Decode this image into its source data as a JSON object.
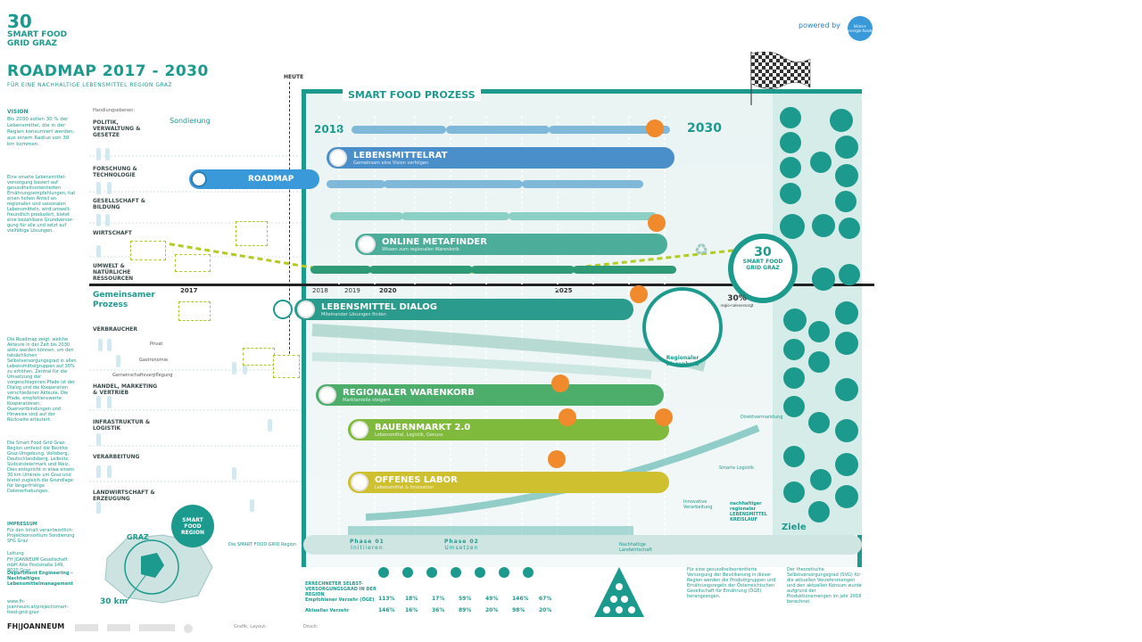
{
  "header": {
    "logo_number": "30",
    "logo_line1": "SMART FOOD",
    "logo_line2": "GRID GRAZ",
    "title": "ROADMAP 2017 - 2030",
    "subtitle": "FÜR EINE NACHHALTIGE LEBENSMITTEL REGION GRAZ",
    "powered_by": "powered by",
    "sponsor": "klima+ energie fonds"
  },
  "left_column": {
    "vision_heading": "VISION",
    "vision_text": "Bis 2030 sollen 30 % der Lebensmittel, die in der Region konsumiert werden, aus einem Radius von 30 km kommen.",
    "smart_food_text": "Eine smarte Lebensmittel-versorgung basiert auf gesundheitsorientierten Ernährungsempfehlungen, hat einen hohen Anteil an regionalen und saisonalen Lebensmitteln, wird umwelt-freundlich produziert, bietet eine bezahlbare Grundversor-gung für alle und setzt auf vielfältige Lösungen.",
    "roadmap_text": "Die Roadmap zeigt, welche Akteure in der Zeit bis 2030 aktiv werden können, um den tatsächlichen Selbstversorgungsgrad in allen Lebensmittelgruppen auf 30% zu erhöhen. Zentral für die Umsetzung der vorgeschlagenen Pfade ist der Dialog und die Kooperation verschiedener Akteure. Die Pfade, empfehlenswerte Kooperationen, Quervertbindungen und Hinweise sind auf der Rückseite erläutert.",
    "region_text": "Die Smart Food Grid Graz-Region umfasst die Bezirke Graz-Umgebung, Voitsberg, Deutschlandsberg, Leibnitz, Südoststeiermark und Weiz. Dies entspricht in etwa einem 30 km Umkreis um Graz und bietet zugleich die Grundlage für längerfristige Datenerhebungen.",
    "impressum_heading": "IMPRESSUM",
    "impressum_text": "Für den Inhalt verantwortlich: Projektkonsortium Sondierung SFG Graz",
    "lead_heading": "Leitung",
    "lead_text": "FH JOANNEUM Gesellschaft mbH Alte Poststraße 149, 8020 Graz",
    "dept_text": "Department Engineering – Nachhaltiges Lebensmittelmanagement",
    "url_text": "www.fh-joanneum.at/project/smart-food-grid-graz"
  },
  "stakeholders": {
    "heading": "Handlungsebenen:",
    "groups": [
      "POLITIK, VERWALTUNG & GESETZE",
      "FORSCHUNG & TECHNOLOGIE",
      "GESELLSCHAFT & BILDUNG",
      "WIRTSCHAFT",
      "UMWELT & NATÜRLICHE RESSOURCEN",
      "VERBRAUCHER",
      "HANDEL, MARKETING & VERTRIEB",
      "INFRASTRUKTUR & LOGISTIK",
      "VERARBEITUNG",
      "LANDWIRTSCHAFT & ERZEUGUNG"
    ],
    "consumer_sub": [
      "Privat",
      "Gastronomie",
      "Gemeinschaftsverpflegung"
    ],
    "common_process": "Gemeinsamer Prozess"
  },
  "timeline": {
    "heute": "HEUTE",
    "process_title": "SMART FOOD PROZESS",
    "sondierung": "Sondierung",
    "year_start": "2018",
    "year_end": "2030",
    "roadmap_pill": "ROADMAP",
    "ticks": [
      "2017",
      "2018",
      "2019",
      "2020",
      "2025"
    ],
    "phase1_title": "Phase 01",
    "phase1_sub": "Initiieren",
    "phase2_title": "Phase 02",
    "phase2_sub": "Umsetzen",
    "ziele": "Ziele",
    "nachhaltige_lw": "Nachhaltige Landwirtschaft"
  },
  "initiatives": [
    {
      "title": "LEBENSMITTELRAT",
      "sub": "Gemeinsam eine Vision verfolgen"
    },
    {
      "title": "ONLINE METAFINDER",
      "sub": "Wissen zum regionalen Warenkorb"
    },
    {
      "title": "LEBENSMITTEL DIALOG",
      "sub": "Miteinander Lösungen finden"
    },
    {
      "title": "REGIONALER WARENKORB",
      "sub": "Marktanteile steigern"
    },
    {
      "title": "BAUERNMARKT 2.0",
      "sub": "Lebensmittel, Logistik, Genuss"
    },
    {
      "title": "OFFENES LABOR",
      "sub": "Lebensmittel & Innovation"
    }
  ],
  "right_side": {
    "grid_number": "30",
    "grid_line1": "SMART FOOD",
    "grid_line2": "GRID GRAZ",
    "percent": "30%",
    "percent_sub": "regio-naleversorgt",
    "warenkorb": "Regionaler Warenkorb",
    "smart_logistik": "Smarte Logistik",
    "innovative_verarbeitung": "Innovative Verarbeitung",
    "kreislauf": "nachhaltiger regionaler LEBENSMITTEL KREISLAUF",
    "direktvermarktung": "Direktvermarktung"
  },
  "map": {
    "region_label1": "SMART",
    "region_label2": "FOOD",
    "region_label3": "REGION",
    "graz": "GRAZ",
    "radius": "30 km",
    "sfg_region": "Die SMART FOOD GRID Region"
  },
  "bottom_table": {
    "heading": "ERRECHNETER SELBST-VERSORGUNGSGRAD IN DER REGION",
    "row1_label": "Empfohlener Verzehr (ÖGE)",
    "row2_label": "Aktueller Verzehr",
    "row1": [
      "113%",
      "18%",
      "17%",
      "59%",
      "49%",
      "146%",
      "67%"
    ],
    "row2": [
      "146%",
      "16%",
      "36%",
      "89%",
      "20%",
      "98%",
      "20%"
    ],
    "footnote": "Für eine gesundheitsorientierte Versorgung der Bevölkerung in dieser Region werden die Produktgruppen und Ernährungsregeln der Österreichischen Gesellschaft für Ernährung (ÖGE) herangezogen.",
    "footnote2": "Der theoretische Selbstversorgungsgrad (SVG) für die aktuellen Verzehrsmengen und den aktuellen Konsum wurde aufgrund der Produktionsmengen im Jahr 2016 berechnet."
  },
  "footer": {
    "fh": "FH|JOANNEUM",
    "credits1": "Grafik, Layout:",
    "credits2": "Druck:"
  }
}
